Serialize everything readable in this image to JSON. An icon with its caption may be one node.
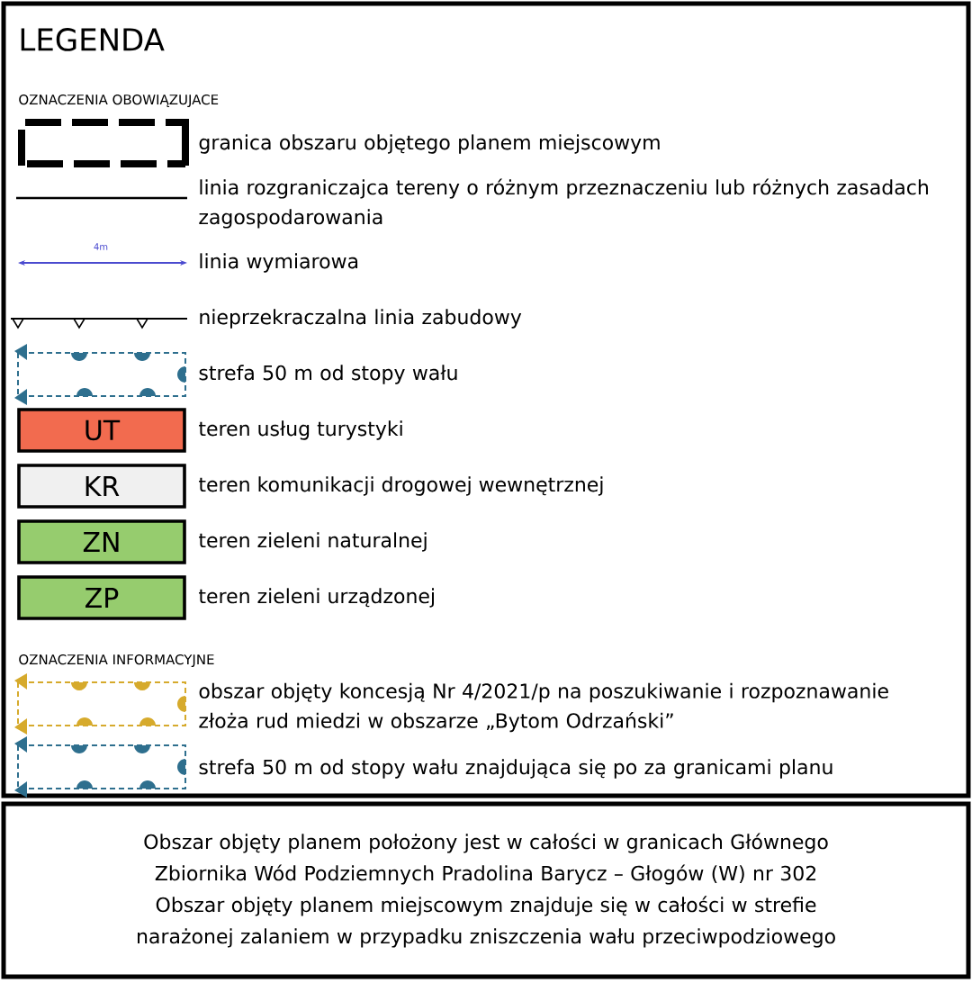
{
  "diagram": {
    "title": "LEGENDA",
    "nodes": [
      {
        "text": [
          "UT"
        ],
        "beside": [
          "teren usług turystyki"
        ]
      },
      {
        "text": [
          "KR"
        ],
        "beside": [
          "teren komunikacji drogowej wewnętrznej"
        ]
      },
      {
        "text": [
          "ZN"
        ],
        "beside": [
          "teren zieleni naturalnej"
        ]
      },
      {
        "text": [
          "ZP"
        ],
        "beside": [
          "teren zieleni urządzonej"
        ]
      },
      {
        "text": [
          "Obszar objęty planem położony jest w całości w granicach  Głównego Zbiornika Wód Podziemnych Pradolina Barycz – Głogów (W) nr 302",
          "Obszar objęty planem miejscowym znajduje się w całości w strefie narażonej zalaniem w przypadku zniszczenia wału przeciwpodziowego"
        ]
      }
    ],
    "labels": [
      "OZNACZENIA OBOWIĄZUJACE",
      "4m",
      "OZNACZENIA INFORMACYJNE"
    ],
    "legend": [
      {
        "text": "granica obszaru objętego planem miejscowym"
      },
      {
        "text": "linia rozgraniczajca tereny o różnym przeznaczeniu lub różnych zasadach zagospodarowania"
      },
      {
        "text": "linia wymiarowa"
      },
      {
        "text": "nieprzekraczalna linia zabudowy"
      },
      {
        "text": "strefa 50 m od stopy wału"
      },
      {
        "text": "obszar objęty koncesją Nr 4/2021/p na poszukiwanie i rozpoznawanie złoża rud miedzi w obszarze „Bytom Odrzański”"
      },
      {
        "text": "strefa 50 m od stopy wału znajdująca się po za granicami planu"
      }
    ]
  }
}
